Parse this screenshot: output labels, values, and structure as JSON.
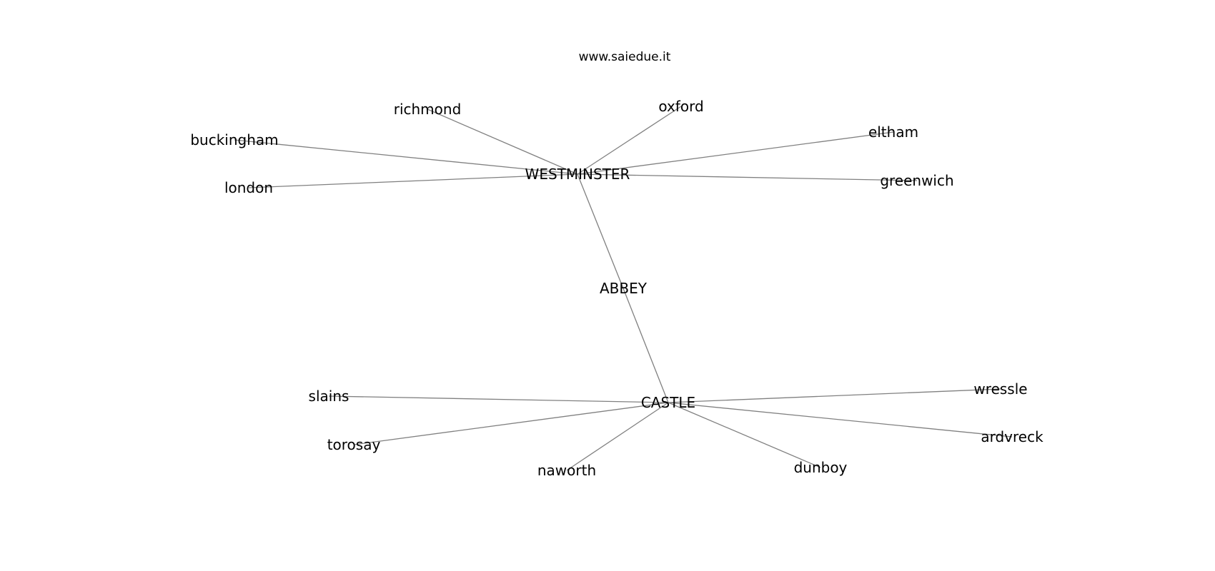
{
  "header": {
    "site": "www.saiedue.it"
  },
  "colors": {
    "edge": "#808080",
    "label": "#000000",
    "background": "#ffffff"
  },
  "graph": {
    "nodes": [
      {
        "id": "westminster",
        "label": "WESTMINSTER"
      },
      {
        "id": "abbey",
        "label": "ABBEY"
      },
      {
        "id": "castle",
        "label": "CASTLE"
      },
      {
        "id": "richmond",
        "label": "richmond"
      },
      {
        "id": "oxford",
        "label": "oxford"
      },
      {
        "id": "buckingham",
        "label": "buckingham"
      },
      {
        "id": "eltham",
        "label": "eltham"
      },
      {
        "id": "london",
        "label": "london"
      },
      {
        "id": "greenwich",
        "label": "greenwich"
      },
      {
        "id": "slains",
        "label": "slains"
      },
      {
        "id": "wressle",
        "label": "wressle"
      },
      {
        "id": "torosay",
        "label": "torosay"
      },
      {
        "id": "ardvreck",
        "label": "ardvreck"
      },
      {
        "id": "naworth",
        "label": "naworth"
      },
      {
        "id": "dunboy",
        "label": "dunboy"
      }
    ],
    "edges": [
      [
        "westminster",
        "richmond"
      ],
      [
        "westminster",
        "oxford"
      ],
      [
        "westminster",
        "buckingham"
      ],
      [
        "westminster",
        "eltham"
      ],
      [
        "westminster",
        "london"
      ],
      [
        "westminster",
        "greenwich"
      ],
      [
        "westminster",
        "abbey"
      ],
      [
        "abbey",
        "castle"
      ],
      [
        "castle",
        "slains"
      ],
      [
        "castle",
        "wressle"
      ],
      [
        "castle",
        "torosay"
      ],
      [
        "castle",
        "ardvreck"
      ],
      [
        "castle",
        "naworth"
      ],
      [
        "castle",
        "dunboy"
      ]
    ]
  }
}
